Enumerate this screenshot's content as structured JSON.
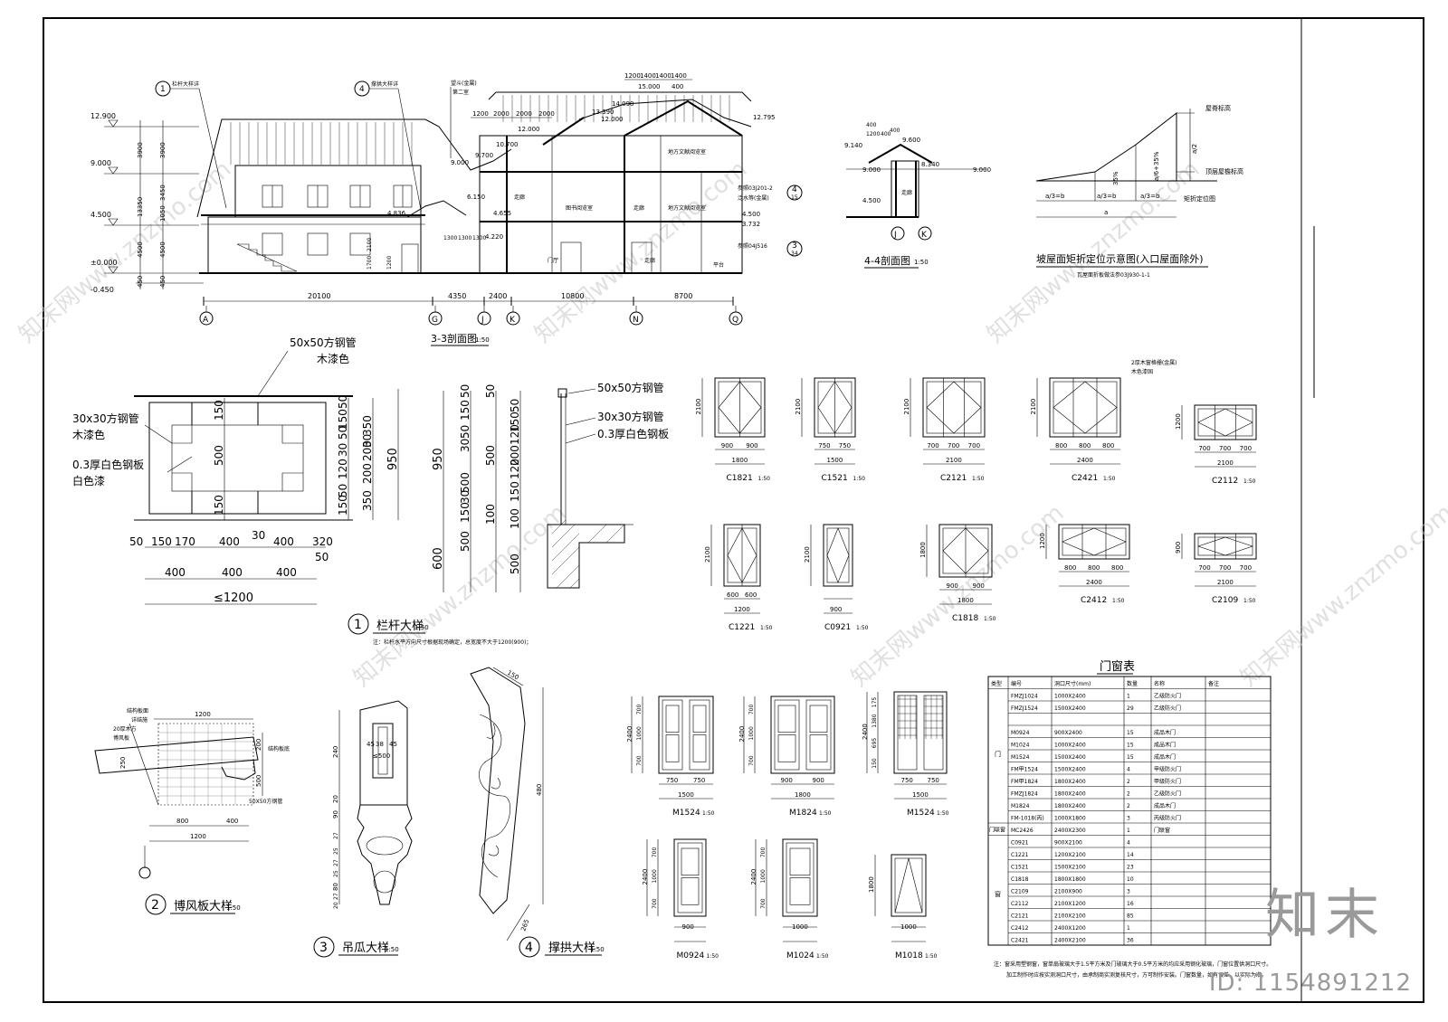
{
  "frame": {
    "stroke": "#000000"
  },
  "section33": {
    "title": "3-3剖面图",
    "scale": "1:50",
    "elevations": [
      "12.900",
      "9.000",
      "4.500",
      "±0.000",
      "-0.450",
      "15.000",
      "14.090",
      "13.390",
      "12.000",
      "12.000",
      "10.700",
      "9.700",
      "9.000",
      "6.150",
      "4.836",
      "4.655",
      "4.220",
      "12.795",
      "4.500",
      "3.732"
    ],
    "top_dims": [
      "1200",
      "1400",
      "1400",
      "1400",
      "400",
      "1200",
      "2000",
      "2000",
      "2000"
    ],
    "left_dims": [
      "3900",
      "3900",
      "3450",
      "1050",
      "4500",
      "4500",
      "450",
      "450",
      "13350"
    ],
    "bottom_dims": [
      "20100",
      "4350",
      "2400",
      "10800",
      "8700"
    ],
    "mid_dims": [
      "2100",
      "1300",
      "1300",
      "1300",
      "1700",
      "1200"
    ],
    "axes": [
      "A",
      "G",
      "J",
      "K",
      "N",
      "Q"
    ],
    "callouts": [
      "1",
      "4",
      "4",
      "3"
    ],
    "callout_subs": [
      "15",
      "34"
    ],
    "room_labels": [
      "走廊",
      "走廊",
      "图书阅览室",
      "地方文献阅览室",
      "地方文献阅览室",
      "门厅",
      "走廊",
      "平台"
    ],
    "notes": [
      "栏杆大样详",
      "撑拱大样详",
      "望斗(金属)",
      "第二室",
      "参照03J201-2",
      "泛水等(金属)",
      "参照04J516"
    ]
  },
  "section44": {
    "title": "4-4剖面图",
    "scale": "1:50",
    "elevations": [
      "9.600",
      "9.140",
      "9.000",
      "9.000",
      "4.500",
      "8.340"
    ],
    "dims": [
      "400",
      "1200",
      "400",
      "400"
    ],
    "axes": [
      "J",
      "K"
    ],
    "room": "走廊"
  },
  "roof_diagram": {
    "title": "坡屋面矩折定位示意图(入口屋面除外)",
    "labels": [
      "屋脊标高",
      "顶层屋檐标高",
      "矩折定位图",
      "a/2",
      "a/6+35%",
      "35%",
      "a/3=b",
      "a/3=b",
      "a/3=b",
      "a"
    ],
    "note": "瓦屋面折板做法参03J930-1-1"
  },
  "railing": {
    "pipe_top": "50x50方钢管",
    "wood_color": "木漆色",
    "pipe_side": "30x30方钢管",
    "wood_color2": "木漆色",
    "plate": "0.3厚白色钢板",
    "plate_color": "白色漆",
    "v_dims": [
      "150",
      "500",
      "150",
      "50",
      "150",
      "350",
      "30",
      "50",
      "200",
      "120",
      "200",
      "30",
      "350",
      "50",
      "950",
      "150"
    ],
    "h_dims": [
      "50",
      "150",
      "170",
      "400",
      "30",
      "400",
      "320",
      "50",
      "400",
      "400",
      "400",
      "≤1200"
    ],
    "sec_dims": [
      "950",
      "600",
      "500",
      "500",
      "50",
      "150",
      "50",
      "30",
      "500",
      "30",
      "150",
      "100",
      "50"
    ],
    "sec_dims2": [
      "50",
      "150",
      "120",
      "200",
      "120",
      "150",
      "100",
      "500"
    ],
    "side_labels": [
      "50x50方钢管",
      "30x30方钢管",
      "0.3厚白色钢板"
    ],
    "title": "栏杆大样",
    "title_num": "1",
    "scale": "1:50",
    "note": "注：栏杆水平方向尺寸根据现场确定，总宽度不大于1200(900)；"
  },
  "windows": [
    {
      "code": "C1821",
      "scale": "1:50",
      "w": "1800",
      "parts": [
        "900",
        "900"
      ],
      "h": "2100"
    },
    {
      "code": "C1521",
      "scale": "1:50",
      "w": "1500",
      "parts": [
        "750",
        "750"
      ],
      "h": "2100"
    },
    {
      "code": "C2121",
      "scale": "1:50",
      "w": "2100",
      "parts": [
        "700",
        "700",
        "700"
      ],
      "h": "2100"
    },
    {
      "code": "C2421",
      "scale": "1:50",
      "w": "2400",
      "parts": [
        "800",
        "800",
        "800"
      ],
      "h": "2100"
    },
    {
      "code": "C2112",
      "scale": "1:50",
      "w": "2100",
      "parts": [
        "700",
        "700",
        "700"
      ],
      "h": "1200"
    },
    {
      "code": "C1221",
      "scale": "1:50",
      "w": "1200",
      "parts": [
        "600",
        "600"
      ],
      "h": "2100"
    },
    {
      "code": "C0921",
      "scale": "1:50",
      "w": "900",
      "parts": [],
      "h": "2100"
    },
    {
      "code": "C1818",
      "scale": "1:50",
      "w": "1800",
      "parts": [
        "900",
        "900"
      ],
      "h": "1800"
    },
    {
      "code": "C2412",
      "scale": "1:50",
      "w": "2400",
      "parts": [
        "800",
        "800",
        "800"
      ],
      "h": "1200"
    },
    {
      "code": "C2109",
      "scale": "1:50",
      "w": "2100",
      "parts": [
        "700",
        "700",
        "700"
      ],
      "h": "900"
    }
  ],
  "window_note": [
    "2厚木窗格栅(金属)",
    "木色漆固"
  ],
  "bofeng": {
    "title": "博风板大样",
    "num": "2",
    "scale": "1:50",
    "labels": [
      "结构板面",
      "详结施",
      "20厚木方",
      "博风板",
      "50X50方钢管",
      "结构板底"
    ],
    "dims": [
      "1200",
      "800",
      "400",
      "1200",
      "200",
      "500",
      "250"
    ]
  },
  "diaogua": {
    "title": "吊瓜大样",
    "num": "3",
    "scale": "1:50",
    "dims": [
      "45",
      "38",
      "45",
      "≤500",
      "240",
      "20",
      "90",
      "27",
      "25",
      "27",
      "25",
      "80",
      "27",
      "20"
    ]
  },
  "chenggong": {
    "title": "撑拱大样",
    "num": "4",
    "scale": "1:50",
    "dims": [
      "150",
      "480",
      "265"
    ]
  },
  "doors": [
    {
      "code": "M1524",
      "scale": "1:50",
      "w": "1500",
      "parts": [
        "750",
        "750"
      ],
      "h": [
        "700",
        "1000",
        "700",
        "2400"
      ]
    },
    {
      "code": "M1824",
      "scale": "1:50",
      "w": "1800",
      "parts": [
        "900",
        "900"
      ],
      "h": [
        "700",
        "1000",
        "700",
        "2400"
      ]
    },
    {
      "code": "M1524",
      "scale": "1:50",
      "w": "1500",
      "parts": [
        "750",
        "750"
      ],
      "h": [
        "175",
        "1380",
        "695",
        "150",
        "2400"
      ]
    },
    {
      "code": "M0924",
      "scale": "1:50",
      "w": "900",
      "parts": [],
      "h": [
        "700",
        "1000",
        "700",
        "2400"
      ]
    },
    {
      "code": "M1024",
      "scale": "1:50",
      "w": "1000",
      "parts": [],
      "h": [
        "700",
        "1000",
        "700",
        "2400"
      ]
    },
    {
      "code": "M1018",
      "scale": "1:50",
      "w": "1000",
      "parts": [],
      "h": [
        "1800"
      ]
    }
  ],
  "schedule": {
    "title": "门窗表",
    "headers": [
      "类型",
      "编号",
      "洞口尺寸(mm)",
      "数量",
      "名称",
      "备注"
    ],
    "rows": [
      [
        "门",
        "FMZJ1024",
        "1000X2400",
        "1",
        "乙级防火门",
        ""
      ],
      [
        "门",
        "FMZJ1524",
        "1500X2400",
        "29",
        "乙级防火门",
        ""
      ],
      [
        "门",
        "",
        "",
        "",
        "",
        ""
      ],
      [
        "门",
        "M0924",
        "900X2400",
        "15",
        "成品木门",
        ""
      ],
      [
        "门",
        "M1024",
        "1000X2400",
        "15",
        "成品木门",
        ""
      ],
      [
        "门",
        "M1524",
        "1500X2400",
        "15",
        "成品木门",
        ""
      ],
      [
        "门",
        "FM甲1524",
        "1500X2400",
        "4",
        "甲级防火门",
        ""
      ],
      [
        "门",
        "FM甲1824",
        "1800X2400",
        "2",
        "甲级防火门",
        ""
      ],
      [
        "门",
        "FMZJ1824",
        "1800X2400",
        "2",
        "乙级防火门",
        ""
      ],
      [
        "门",
        "M1824",
        "1800X2400",
        "2",
        "成品木门",
        ""
      ],
      [
        "门",
        "FM-1018(丙)",
        "1000X1800",
        "3",
        "丙级防火门",
        ""
      ],
      [
        "门联窗",
        "MC2426",
        "2400X2300",
        "1",
        "门联窗",
        ""
      ],
      [
        "窗",
        "C0921",
        "900X2100",
        "4",
        "",
        ""
      ],
      [
        "窗",
        "C1221",
        "1200X2100",
        "14",
        "",
        ""
      ],
      [
        "窗",
        "C1521",
        "1500X2100",
        "23",
        "",
        ""
      ],
      [
        "窗",
        "C1818",
        "1800X1800",
        "10",
        "",
        ""
      ],
      [
        "窗",
        "C2109",
        "2100X900",
        "3",
        "",
        ""
      ],
      [
        "窗",
        "C2112",
        "2100X1200",
        "16",
        "",
        ""
      ],
      [
        "窗",
        "C2121",
        "2100X2100",
        "85",
        "",
        ""
      ],
      [
        "窗",
        "C2412",
        "2400X1200",
        "1",
        "",
        ""
      ],
      [
        "窗",
        "C2421",
        "2400X2100",
        "36",
        "",
        ""
      ]
    ],
    "group_labels": [
      "门",
      "门联窗",
      "窗"
    ],
    "note1": "注：窗采用塑钢窗，窗单扇玻璃大于1.5平方米及门玻璃大于0.5平方米的均应采用钢化玻璃，门窗位置供洞口尺寸。",
    "note2": "加工制作时应按实测洞口尺寸，由承制商实测复核尺寸，方可制作安装。门窗数量，如有误差，以实际为准。"
  },
  "watermarks": [
    "知末网www.znzmo.com",
    "知末网www.znzmo.com",
    "知末网www.znzmo.com",
    "知末网www.znzmo.com",
    "知末网www.znzmo.com",
    "知末网www.znzmo.com"
  ],
  "brand": "知末",
  "image_id": "ID: 1154891212"
}
